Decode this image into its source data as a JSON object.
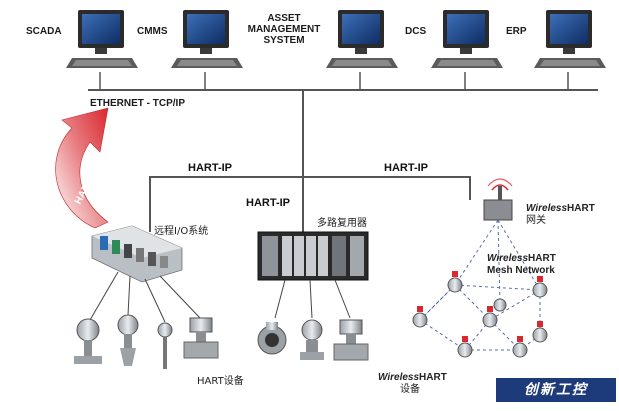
{
  "systems": [
    {
      "label": "SCADA"
    },
    {
      "label": "CMMS"
    },
    {
      "label": "ASSET MANAGEMENT SYSTEM"
    },
    {
      "label": "DCS"
    },
    {
      "label": "ERP"
    }
  ],
  "ethernet_label": "ETHERNET - TCP/IP",
  "hart_data_label": "HART DATA",
  "hart_ip_labels": [
    "HART-IP",
    "HART-IP",
    "HART-IP"
  ],
  "remote_io_label": "远程I/O系统",
  "mux_label": "多路复用器",
  "gateway": {
    "brand": "Wireless",
    "suffix": "HART",
    "sub": "网关"
  },
  "mesh": {
    "brand": "Wireless",
    "suffix": "HART",
    "line2": "Mesh Network"
  },
  "wireless_devices": {
    "brand": "Wireless",
    "suffix": "HART",
    "sub": "设备"
  },
  "hart_devices_label": "HART设备",
  "watermark_text": "创新工控",
  "colors": {
    "arrow_red": "#d9282f",
    "network_line": "#555555",
    "mesh_dash": "#5a6fa8",
    "watermark_bg": "#1d3b7a"
  }
}
